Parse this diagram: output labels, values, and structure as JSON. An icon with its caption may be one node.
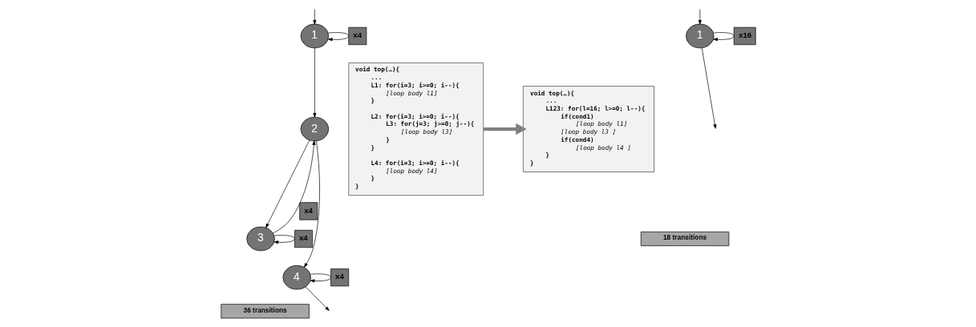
{
  "diagram": {
    "nodes": [
      {
        "text": [
          "1"
        ]
      },
      {
        "text": [
          "2"
        ]
      },
      {
        "text": [
          "3"
        ]
      },
      {
        "text": [
          "4"
        ]
      },
      {
        "text": [
          "36 transitions"
        ]
      },
      {
        "text": [
          "void top(…){",
          "...",
          "L1: for(i=3; i>=0; i--){",
          "[loop body l1]",
          "}",
          "L2: for(i=3; i>=0; i--){",
          "L3: for(j=3; j>=0; j--){",
          "[loop body l3]",
          "}",
          "}",
          "L4: for(i=3; i>=0; i--){",
          "[loop body l4]",
          "}",
          "}"
        ]
      },
      {
        "text": [
          "void top(…){",
          "...",
          "L123: for(l=16; l>=0; l--){",
          "if(cond1)",
          "[loop body l1]",
          "[loop body l3 ]",
          "if(cond4)",
          "[loop body l4 ]",
          "}",
          "}"
        ]
      },
      {
        "text": [
          "1"
        ]
      },
      {
        "text": [
          "18 transitions"
        ]
      }
    ],
    "edges": [
      {
        "from": null,
        "to": 0,
        "arrow": "to"
      },
      {
        "from": 0,
        "to": 0,
        "arrow": "to",
        "label": "x4"
      },
      {
        "from": 0,
        "to": 1,
        "arrow": "to"
      },
      {
        "from": 1,
        "to": 2,
        "arrow": "to"
      },
      {
        "from": 2,
        "to": 2,
        "arrow": "to",
        "label": "x4"
      },
      {
        "from": 2,
        "to": 1,
        "arrow": "to",
        "label": "x4"
      },
      {
        "from": 1,
        "to": 3,
        "arrow": "to"
      },
      {
        "from": 3,
        "to": 3,
        "arrow": "to",
        "label": "x4"
      },
      {
        "from": 3,
        "to": null,
        "arrow": "to"
      },
      {
        "from": 5,
        "to": 6,
        "arrow": "to",
        "style": "thick",
        "color": "#7f7f7f"
      },
      {
        "from": 7,
        "to": null,
        "arrow": "to"
      },
      {
        "from": 7,
        "to": 7,
        "arrow": "to",
        "label": "x16"
      },
      {
        "from": null,
        "to": 7,
        "arrow": "to"
      }
    ]
  }
}
